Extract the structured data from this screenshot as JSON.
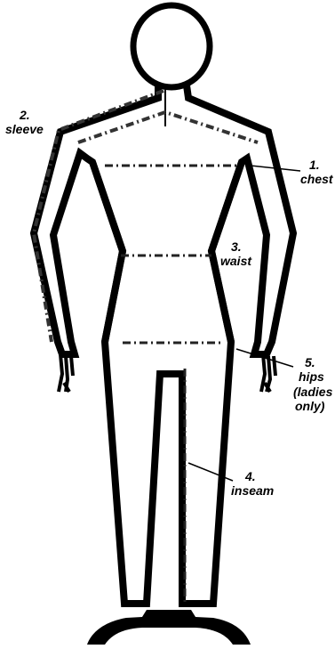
{
  "labels": {
    "chest_number": "1.",
    "chest_name": "chest",
    "sleeve_number": "2.",
    "sleeve_name": "sleeve",
    "waist_number": "3.",
    "waist_name": "waist",
    "inseam_number": "4.",
    "inseam_name": "inseam",
    "hips_number": "5.",
    "hips_name": "hips",
    "hips_note_line1": "(ladies",
    "hips_note_line2": "only)"
  },
  "colors": {
    "outline": "#000000",
    "measure_line": "#222222",
    "background": "#ffffff"
  }
}
